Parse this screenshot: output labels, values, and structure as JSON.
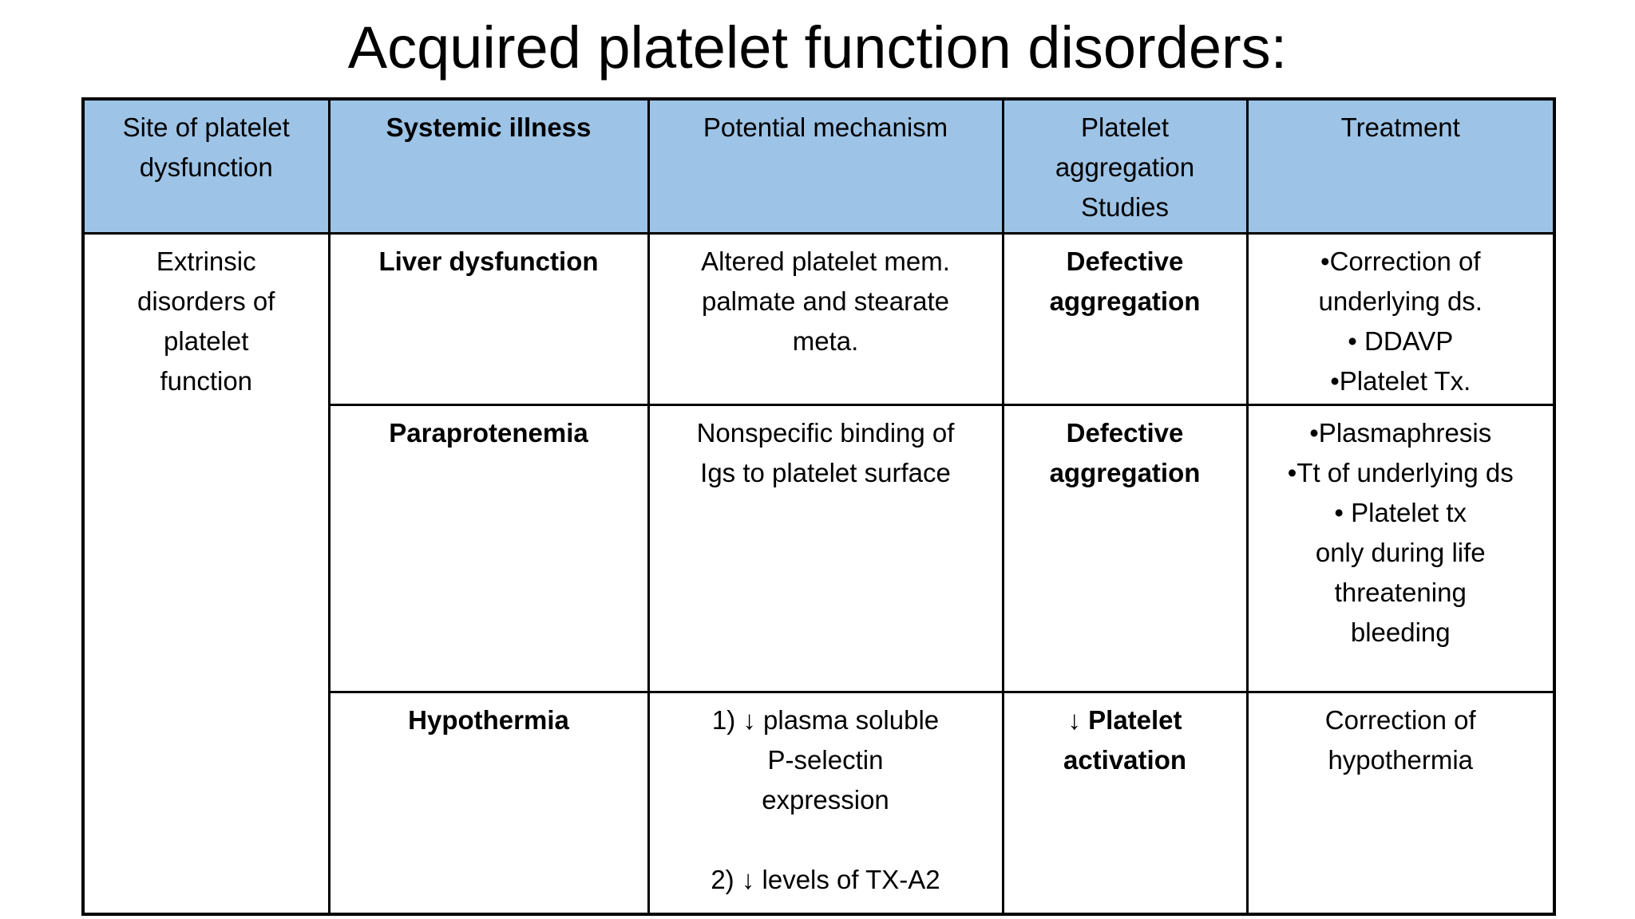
{
  "title": "Acquired platelet function disorders:",
  "colors": {
    "header_bg": "#9DC3E6",
    "border": "#000000",
    "background": "#FFFFFF",
    "text": "#000000"
  },
  "table": {
    "columns": [
      {
        "id": "site",
        "bold": false,
        "label_lines": [
          "Site of platelet",
          "dysfunction"
        ]
      },
      {
        "id": "illness",
        "bold": true,
        "label_lines": [
          "Systemic illness"
        ]
      },
      {
        "id": "mechanism",
        "bold": false,
        "label_lines": [
          "Potential mechanism"
        ]
      },
      {
        "id": "aggregation",
        "bold": false,
        "label_lines": [
          "Platelet",
          "aggregation",
          "Studies"
        ]
      },
      {
        "id": "treatment",
        "bold": false,
        "label_lines": [
          "Treatment"
        ]
      }
    ],
    "site_group": {
      "rowspan": 3,
      "lines": [
        "Extrinsic",
        "disorders of",
        "platelet",
        "function"
      ]
    },
    "rows": [
      {
        "illness": "Liver dysfunction",
        "mechanism_lines": [
          "Altered platelet mem.",
          "palmate and stearate",
          "meta."
        ],
        "aggregation_lines": [
          "Defective",
          "aggregation"
        ],
        "treatment_lines": [
          "•Correction of",
          "underlying ds.",
          "• DDAVP",
          "•Platelet Tx."
        ]
      },
      {
        "illness": "Paraprotenemia",
        "mechanism_lines": [
          "Nonspecific binding of",
          "Igs to platelet surface"
        ],
        "aggregation_lines": [
          "Defective",
          "aggregation"
        ],
        "treatment_lines": [
          "•Plasmaphresis",
          "•Tt of underlying ds",
          "• Platelet tx",
          "only during life",
          "threatening",
          "bleeding"
        ]
      },
      {
        "illness": "Hypothermia",
        "mechanism_lines": [
          "1) ↓ plasma soluble",
          "P-selectin",
          "expression",
          "",
          "2) ↓ levels of TX-A2"
        ],
        "aggregation_lines": [
          "↓ Platelet",
          "activation"
        ],
        "treatment_lines": [
          "Correction of",
          "hypothermia"
        ]
      }
    ]
  }
}
